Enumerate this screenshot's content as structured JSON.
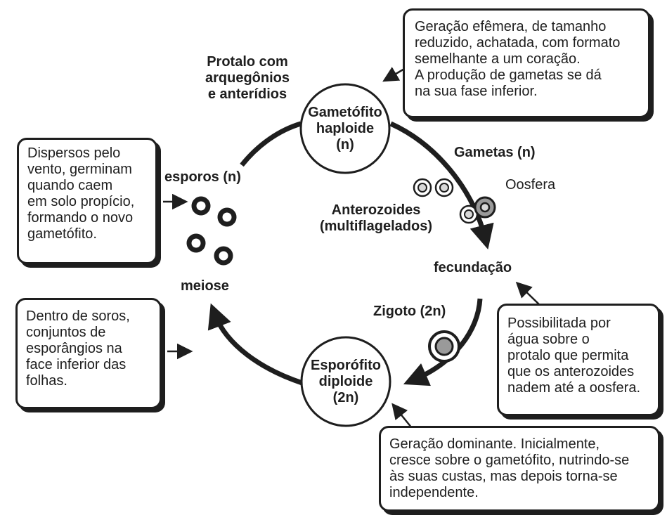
{
  "boxes": {
    "gametophyte_note": "Geração efêmera, de tamanho\nreduzido, achatada, com formato\nsemelhante a um coração.\nA produção de gametas se dá\nna sua fase inferior.",
    "spores_note": "Dispersos pelo\nvento, germinam\nquando caem\nem solo propício,\nformando o novo\ngametófito.",
    "sori_note": "Dentro de soros,\nconjuntos de\nesporângios na\nface inferior das\nfolhas.",
    "fertilization_note": "Possibilitada por\nágua sobre o\nprotalo que permita\nque os anterozoides\nnadem até a oosfera.",
    "sporophyte_note": "Geração dominante. Inicialmente,\ncresce sobre o gametófito, nutrindo-se\nàs suas custas, mas depois torna-se\nindependente."
  },
  "nodes": {
    "gametophyte": "Gametófito\nhaploide\n(n)",
    "sporophyte": "Esporófito\ndiploide\n(2n)"
  },
  "labels": {
    "protalo": "Protalo com\narquegônios\ne anterídios",
    "gametas": "Gametas (n)",
    "oosfera": "Oosfera",
    "anterozoides": "Anterozoides\n(multiflagelados)",
    "fecundacao": "fecundação",
    "zigoto": "Zigoto (2n)",
    "esporos": "esporos (n)",
    "meiose": "meiose"
  },
  "colors": {
    "ink": "#1e1e1e",
    "gray_cell": "#9a9a9a",
    "light_cell": "#d8d8d8"
  }
}
